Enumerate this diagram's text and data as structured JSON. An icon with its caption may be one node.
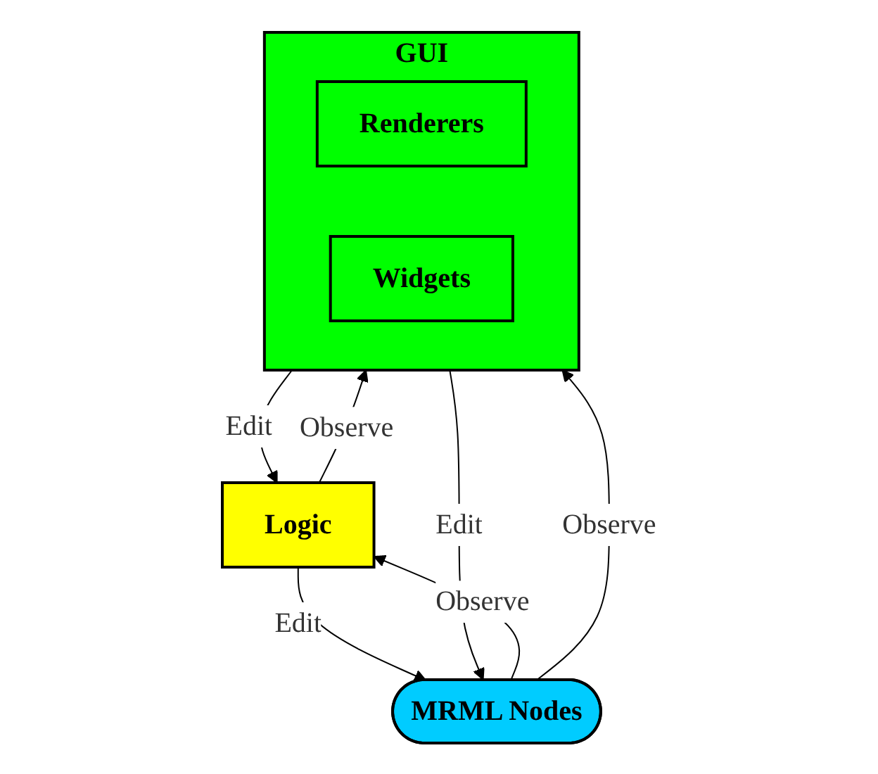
{
  "diagram": {
    "nodes": [
      {
        "text": [
          "GUI"
        ]
      },
      {
        "text": [
          "Renderers"
        ],
        "in": 0
      },
      {
        "text": [
          "Widgets"
        ],
        "in": 0
      },
      {
        "text": [
          "Logic"
        ]
      },
      {
        "text": [
          "MRML Nodes"
        ]
      }
    ],
    "edges": [
      {
        "from": 0,
        "to": 3,
        "arrow": "to",
        "label": "Edit"
      },
      {
        "from": 3,
        "to": 0,
        "arrow": "to",
        "label": "Observe"
      },
      {
        "from": 3,
        "to": 4,
        "arrow": "to",
        "label": "Edit"
      },
      {
        "from": 4,
        "to": 3,
        "arrow": "to",
        "label": "Observe"
      },
      {
        "from": 4,
        "to": 0,
        "arrow": "to",
        "label": "Observe"
      },
      {
        "from": 0,
        "to": 4,
        "arrow": "to",
        "label": "Edit"
      }
    ]
  }
}
